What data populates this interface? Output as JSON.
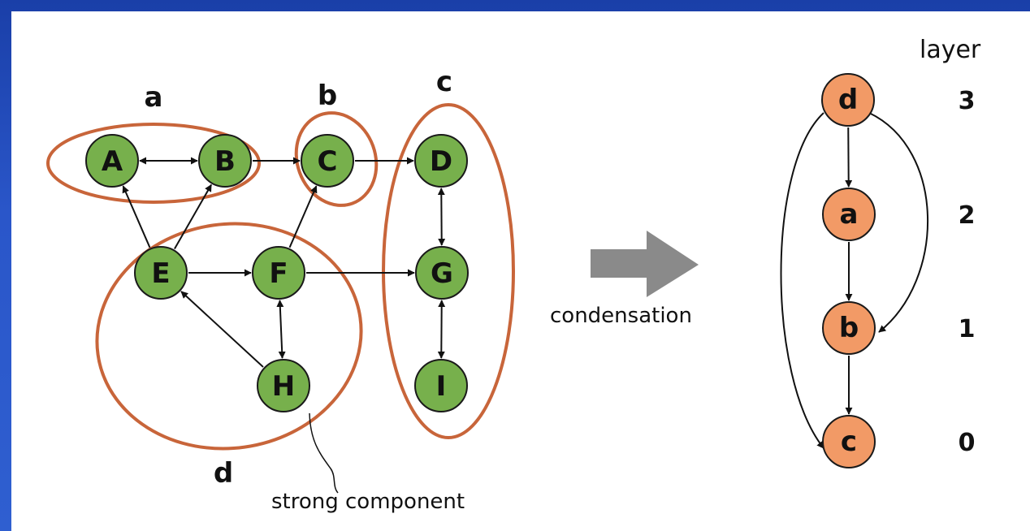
{
  "left_graph": {
    "components": [
      {
        "id": "a",
        "label": "a"
      },
      {
        "id": "b",
        "label": "b"
      },
      {
        "id": "c",
        "label": "c"
      },
      {
        "id": "d",
        "label": "d"
      }
    ],
    "nodes": [
      {
        "id": "A",
        "label": "A"
      },
      {
        "id": "B",
        "label": "B"
      },
      {
        "id": "C",
        "label": "C"
      },
      {
        "id": "D",
        "label": "D"
      },
      {
        "id": "E",
        "label": "E"
      },
      {
        "id": "F",
        "label": "F"
      },
      {
        "id": "G",
        "label": "G"
      },
      {
        "id": "H",
        "label": "H"
      },
      {
        "id": "I",
        "label": "I"
      }
    ],
    "edges": [
      {
        "from": "A",
        "to": "B",
        "bidirectional": true
      },
      {
        "from": "B",
        "to": "C",
        "bidirectional": false
      },
      {
        "from": "C",
        "to": "D",
        "bidirectional": false
      },
      {
        "from": "E",
        "to": "A",
        "bidirectional": false
      },
      {
        "from": "E",
        "to": "B",
        "bidirectional": false
      },
      {
        "from": "E",
        "to": "F",
        "bidirectional": false
      },
      {
        "from": "F",
        "to": "C",
        "bidirectional": false
      },
      {
        "from": "F",
        "to": "G",
        "bidirectional": false
      },
      {
        "from": "F",
        "to": "H",
        "bidirectional": true
      },
      {
        "from": "H",
        "to": "E",
        "bidirectional": false
      },
      {
        "from": "D",
        "to": "G",
        "bidirectional": true
      },
      {
        "from": "G",
        "to": "I",
        "bidirectional": true
      }
    ],
    "annotation": "strong component"
  },
  "transform": {
    "label": "condensation"
  },
  "right_graph": {
    "header": "layer",
    "nodes": [
      {
        "id": "d",
        "label": "d",
        "layer": "3"
      },
      {
        "id": "a",
        "label": "a",
        "layer": "2"
      },
      {
        "id": "b",
        "label": "b",
        "layer": "1"
      },
      {
        "id": "c",
        "label": "c",
        "layer": "0"
      }
    ],
    "edges": [
      {
        "from": "d",
        "to": "a"
      },
      {
        "from": "a",
        "to": "b"
      },
      {
        "from": "b",
        "to": "c"
      },
      {
        "from": "d",
        "to": "b"
      },
      {
        "from": "d",
        "to": "c"
      }
    ]
  },
  "colors": {
    "frame": "#2a56c9",
    "scc_node": "#77b04c",
    "condensed_node": "#f29a66",
    "component_ring": "#c8653a"
  }
}
